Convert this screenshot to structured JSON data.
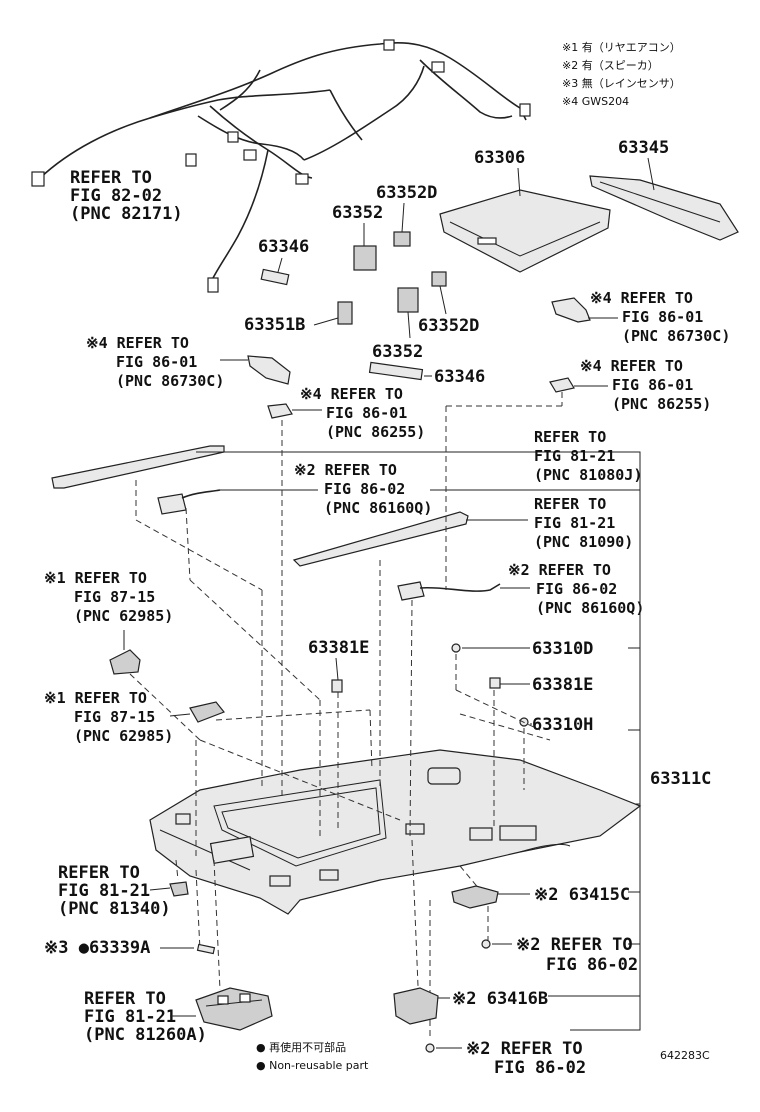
{
  "legend": {
    "l1": "※1 有（リヤエアコン）",
    "l2": "※2 有（スピーカ）",
    "l3": "※3 無（レインセンサ）",
    "l4": "※4 GWS204"
  },
  "callouts": {
    "wire_ref1": "REFER TO",
    "wire_ref2": "FIG 82-02",
    "wire_ref3": "(PNC 82171)",
    "p63306": "63306",
    "p63345": "63345",
    "p63352d_top": "63352D",
    "p63352_top": "63352",
    "p63346_top": "63346",
    "p63351b": "63351B",
    "p63352d_mid": "63352D",
    "p63352_mid": "63352",
    "p63346_mid": "63346",
    "r1_1": "※4 REFER TO",
    "r1_2": "FIG 86-01",
    "r1_3": "(PNC 86730C)",
    "r2_1": "※4 REFER TO",
    "r2_2": "FIG 86-01",
    "r2_3": "(PNC 86255)",
    "r3_1": "※4 REFER TO",
    "r3_2": "FIG 86-01",
    "r3_3": "(PNC 86730C)",
    "r4_1": "※4 REFER TO",
    "r4_2": "FIG 86-01",
    "r4_3": "(PNC 86255)",
    "r5_1": "REFER TO",
    "r5_2": "FIG 81-21",
    "r5_3": "(PNC 81080J)",
    "r6_1": "※2 REFER TO",
    "r6_2": "FIG 86-02",
    "r6_3": "(PNC 86160Q)",
    "r7_1": "REFER TO",
    "r7_2": "FIG 81-21",
    "r7_3": "(PNC 81090)",
    "r8_1": "※2 REFER TO",
    "r8_2": "FIG 86-02",
    "r8_3": "(PNC 86160Q)",
    "r9_1": "※1 REFER TO",
    "r9_2": "FIG 87-15",
    "r9_3": "(PNC 62985)",
    "p63381e_a": "63381E",
    "p63310d": "63310D",
    "p63381e_b": "63381E",
    "r10_1": "※1 REFER TO",
    "r10_2": "FIG 87-15",
    "r10_3": "(PNC 62985)",
    "p63310h": "63310H",
    "p63311c": "63311C",
    "r11_1": "REFER TO",
    "r11_2": "FIG 81-21",
    "r11_3": "(PNC 81340)",
    "p63415c": "※2 63415C",
    "p63339a": "※3 ●63339A",
    "r12_1": "※2 REFER TO",
    "r12_2": "FIG 86-02",
    "r13_1": "REFER TO",
    "r13_2": "FIG 81-21",
    "r13_3": "(PNC 81260A)",
    "p63416b": "※2 63416B",
    "r14_1": "※2 REFER TO",
    "r14_2": "FIG 86-02"
  },
  "footnote": {
    "jp": "● 再使用不可部品",
    "en": "● Non-reusable part"
  },
  "diagram_code": "642283C"
}
